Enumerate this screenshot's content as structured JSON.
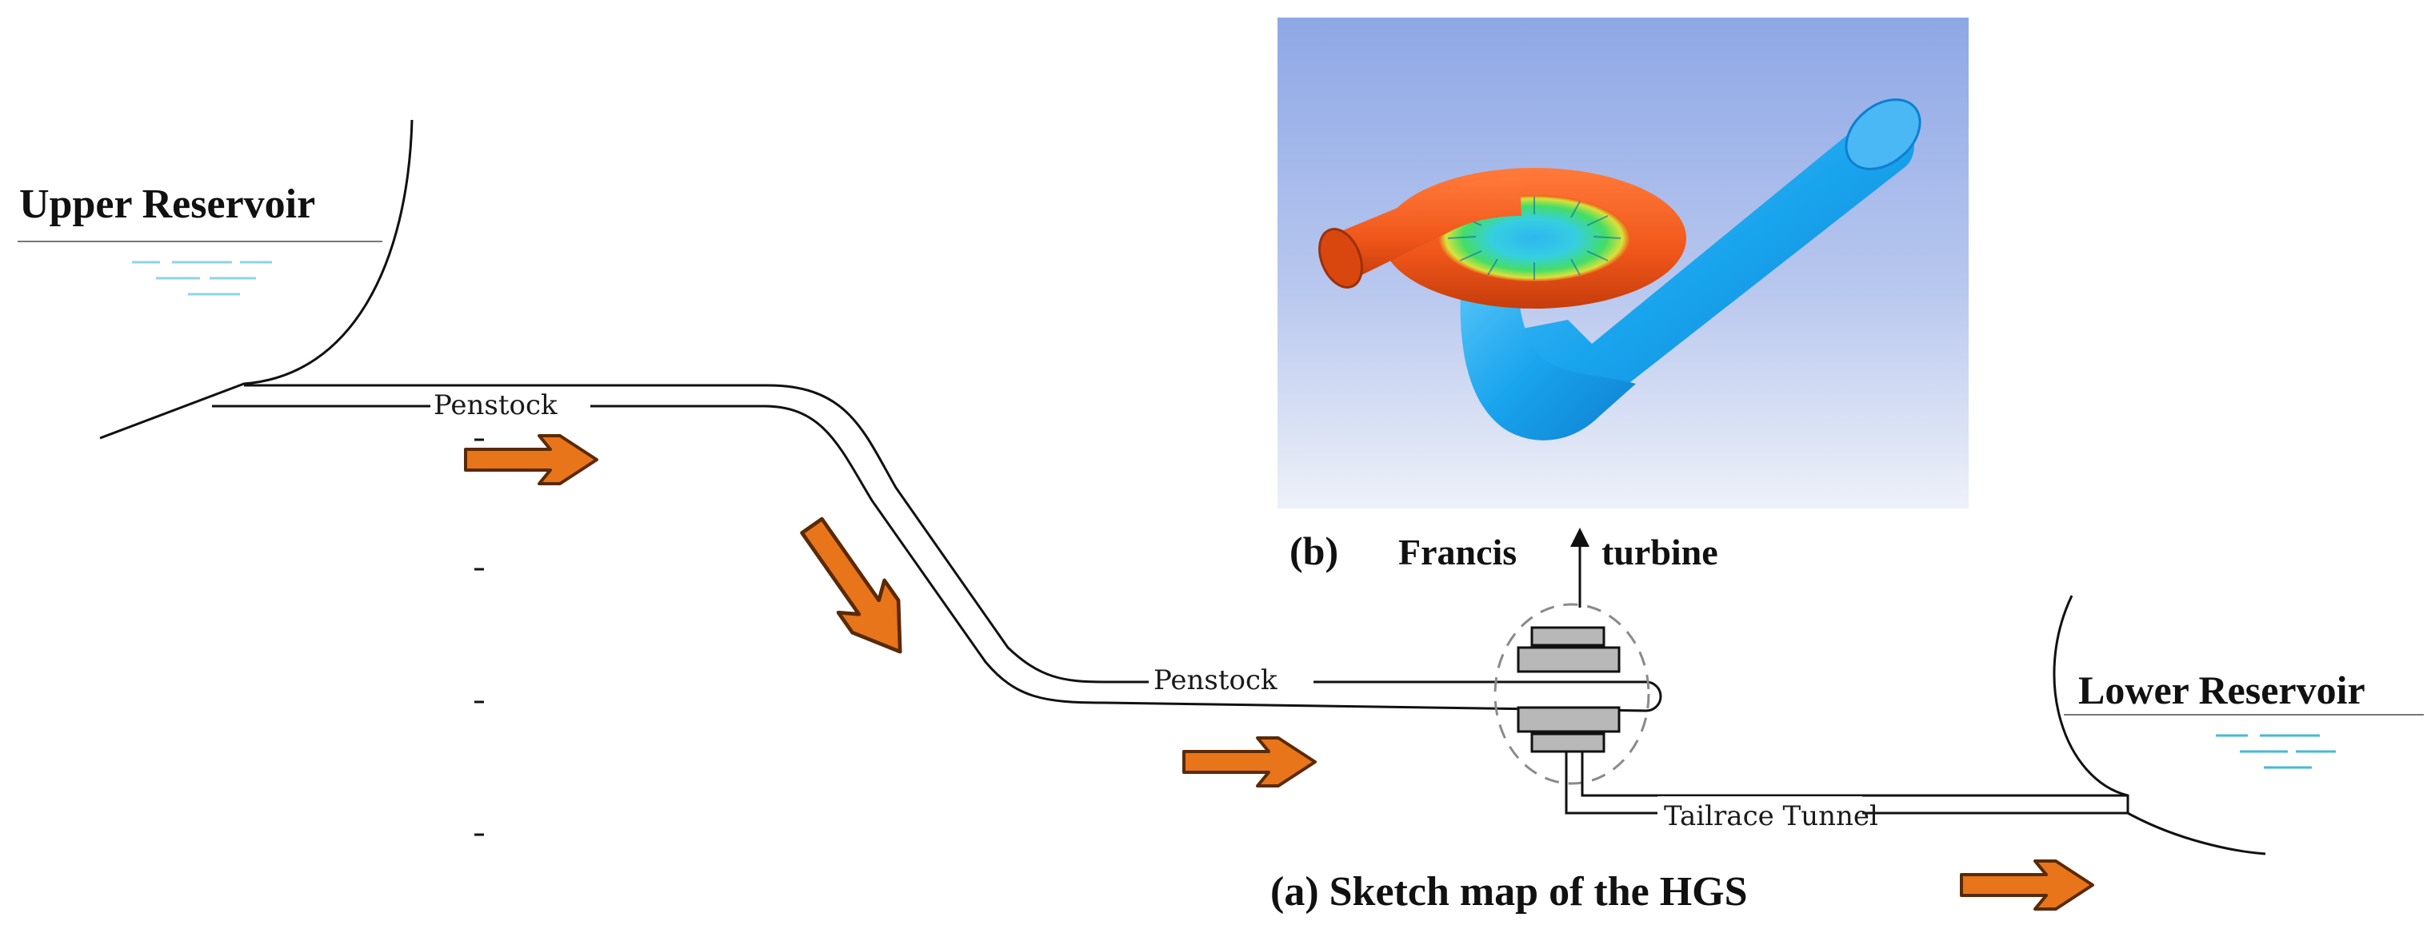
{
  "labels": {
    "upper_reservoir": "Upper Reservoir",
    "lower_reservoir": "Lower Reservoir",
    "penstock_top": "Penstock",
    "penstock_bottom": "Penstock",
    "tailrace_tunnel": "Tailrace Tunnel",
    "caption_a": "(a) Sketch map of the HGS",
    "caption_b": "(b)",
    "francis_word": "Francis",
    "turbine_word": "turbine"
  },
  "colors": {
    "flow_arrow": "#e8751a",
    "flow_arrow_outline": "#5a2a06",
    "water_line": "#8fd3e6",
    "turbine_body": "#f0571a",
    "draft_tube": "#1aa8ee",
    "render_bg_top": "#8fa9e8",
    "render_bg_bottom": "#eef1f8",
    "runner_green": "#39d36a",
    "runner_cyan": "#34c8f0",
    "housing_gray": "#b8b8b8",
    "dashed_circle": "#8a8a8a"
  },
  "icons": {
    "flow_arrow": "thick-arrow-icon",
    "up_arrow": "arrow-up-icon"
  }
}
